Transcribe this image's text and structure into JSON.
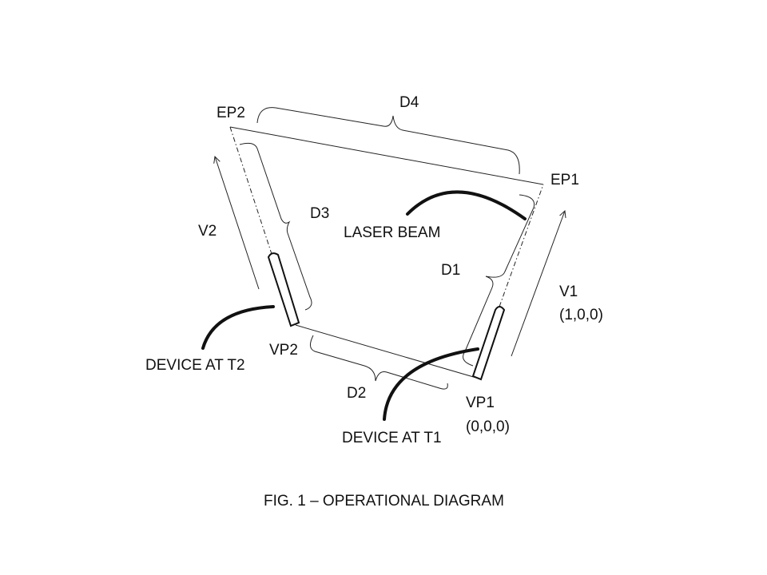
{
  "labels": {
    "d4": "D4",
    "ep2": "EP2",
    "ep1": "EP1",
    "d3": "D3",
    "v2": "V2",
    "laser_beam": "LASER BEAM",
    "d1": "D1",
    "v1": "V1",
    "v1_coord": "(1,0,0)",
    "vp2": "VP2",
    "device_t2": "DEVICE AT T2",
    "d2": "D2",
    "vp1": "VP1",
    "vp1_coord": "(0,0,0)",
    "device_t1": "DEVICE AT T1"
  },
  "caption": "FIG. 1 – OPERATIONAL DIAGRAM"
}
